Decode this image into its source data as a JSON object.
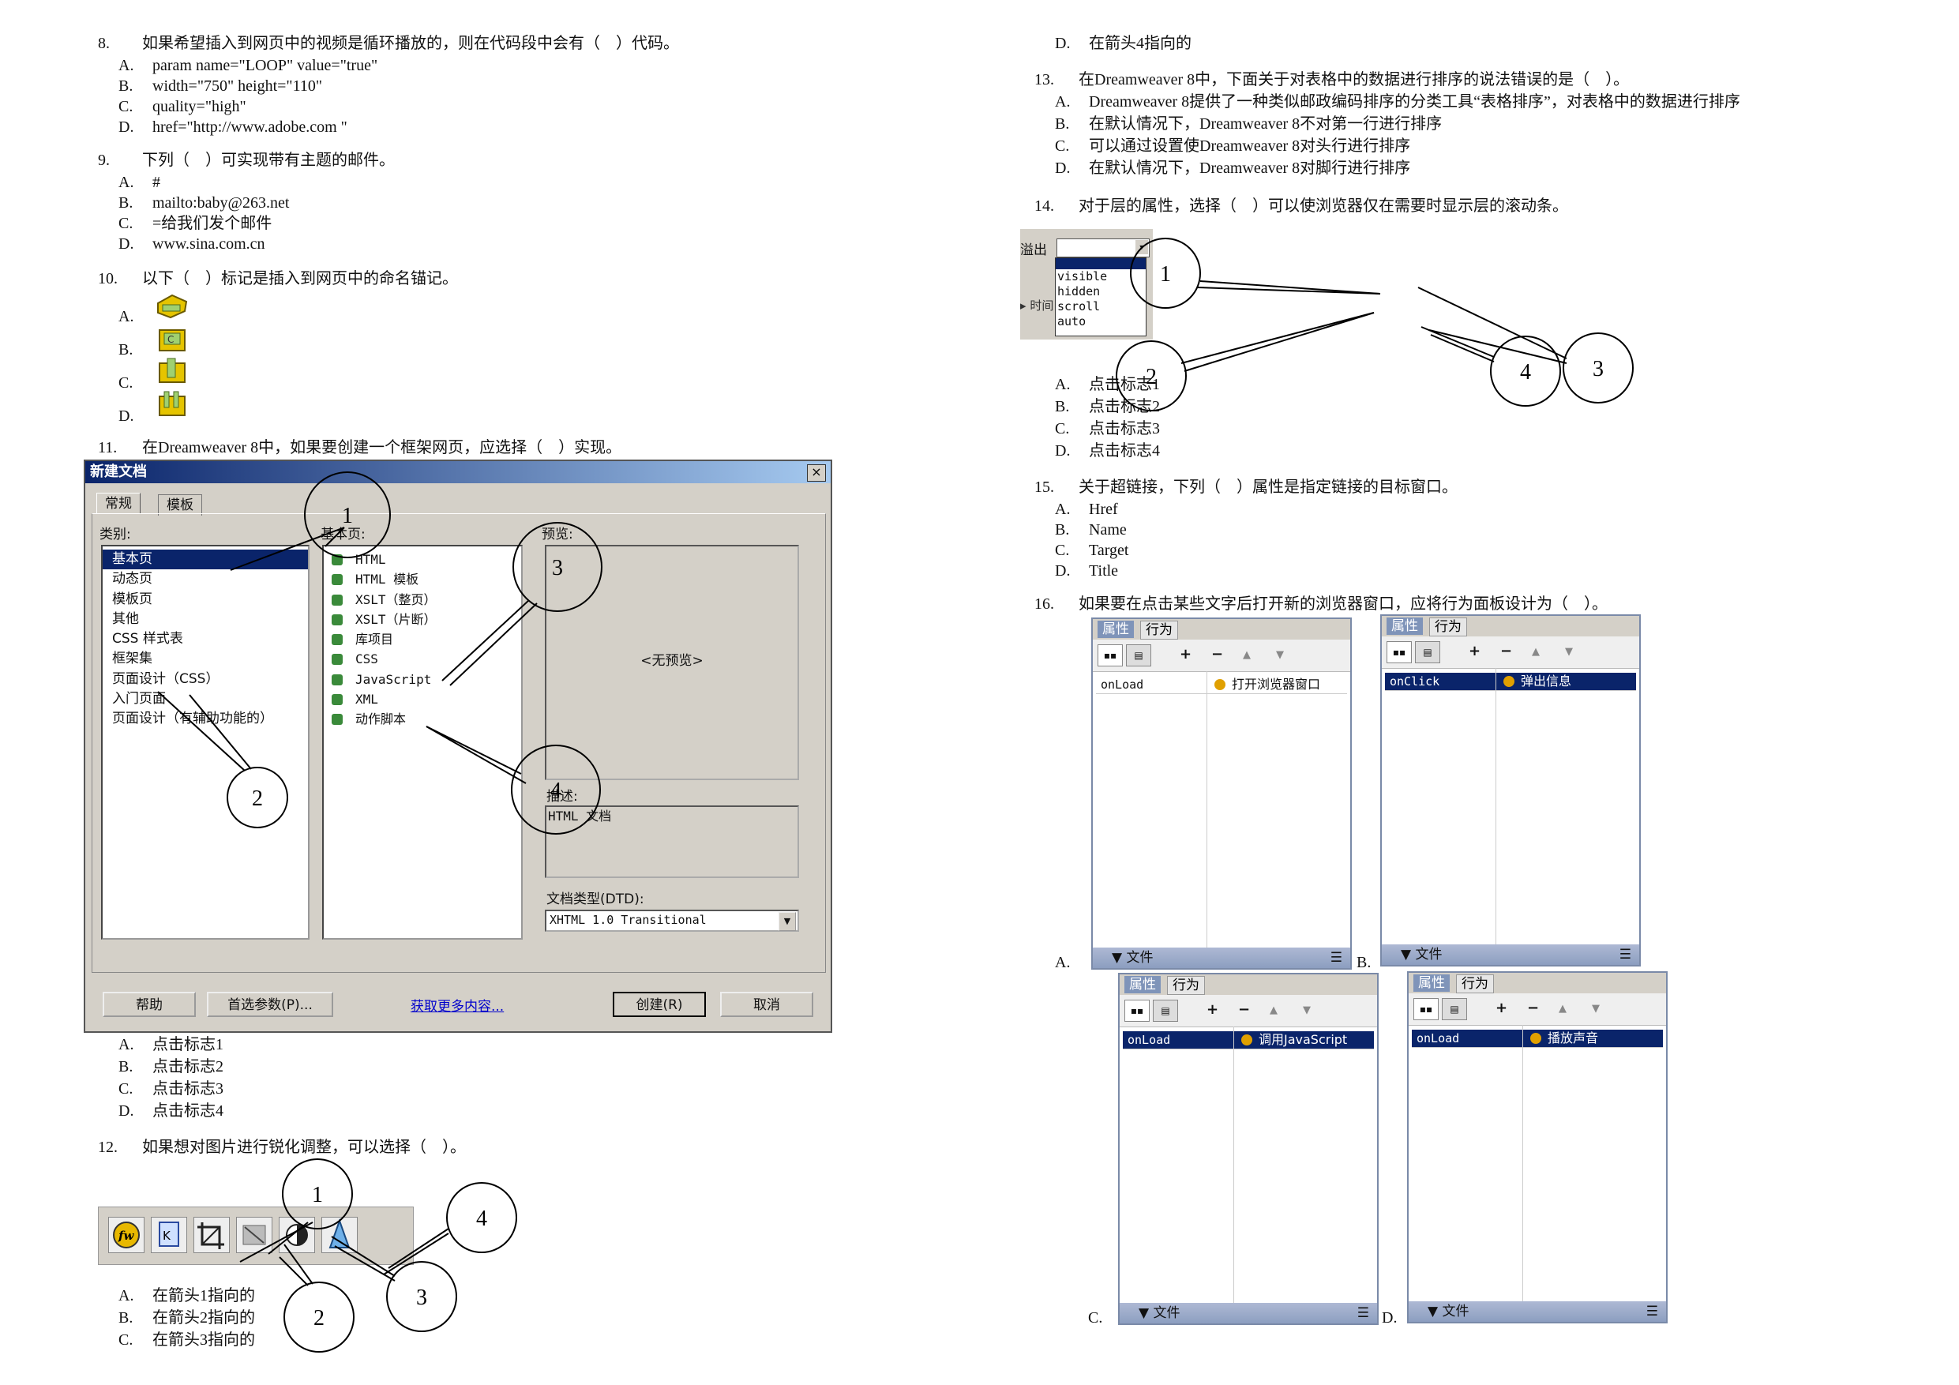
{
  "q8": {
    "num": "8.",
    "stem": "如果希望插入到网页中的视频是循环播放的，则在代码段中会有（　）代码。",
    "options": [
      {
        "letter": "A.",
        "text": "param name=\"LOOP\" value=\"true\""
      },
      {
        "letter": "B.",
        "text": "width=\"750\" height=\"110\""
      },
      {
        "letter": "C.",
        "text": "quality=\"high\""
      },
      {
        "letter": "D.",
        "text": "href=\"http://www.adobe.com \""
      }
    ]
  },
  "q9": {
    "num": "9.",
    "stem": "下列（　）可实现带有主题的邮件。",
    "options": [
      {
        "letter": "A.",
        "text": "#"
      },
      {
        "letter": "B.",
        "text": "mailto:baby@263.net"
      },
      {
        "letter": "C.",
        "text": "=给我们发个邮件"
      },
      {
        "letter": "D.",
        "text": "www.sina.com.cn"
      }
    ]
  },
  "q10": {
    "num": "10.",
    "stem": "以下（　）标记是插入到网页中的命名锚记。",
    "options": [
      {
        "letter": "A."
      },
      {
        "letter": "B."
      },
      {
        "letter": "C."
      },
      {
        "letter": "D."
      }
    ]
  },
  "q11": {
    "num": "11.",
    "stem": "在Dreamweaver 8中，如果要创建一个框架网页，应选择（　）实现。",
    "dialog": {
      "title": "新建文档",
      "close": "×",
      "tabs": [
        "常规",
        "模板"
      ],
      "category_label": "类别:",
      "categories": [
        "基本页",
        "动态页",
        "模板页",
        "其他",
        "CSS 样式表",
        "框架集",
        "页面设计（CSS）",
        "入门页面",
        "页面设计（有辅助功能的）"
      ],
      "basic_label": "基本页:",
      "basic_items": [
        "HTML",
        "HTML 模板",
        "XSLT（整页）",
        "XSLT（片断）",
        "库项目",
        "CSS",
        "JavaScript",
        "XML",
        "动作脚本"
      ],
      "preview_label": "预览:",
      "no_preview": "<无预览>",
      "desc_label": "描述:",
      "desc_text": "HTML 文档",
      "dtd_label": "文档类型(DTD):",
      "dtd_value": "XHTML 1.0 Transitional",
      "help_btn": "帮助",
      "prefs_btn": "首选参数(P)...",
      "more_link": "获取更多内容...",
      "create_btn": "创建(R)",
      "cancel_btn": "取消"
    },
    "markers": [
      "1",
      "2",
      "3",
      "4"
    ],
    "options": [
      {
        "letter": "A.",
        "text": "点击标志1"
      },
      {
        "letter": "B.",
        "text": "点击标志2"
      },
      {
        "letter": "C.",
        "text": "点击标志3"
      },
      {
        "letter": "D.",
        "text": "点击标志4"
      }
    ]
  },
  "q12": {
    "num": "12.",
    "stem": "如果想对图片进行锐化调整，可以选择（　）。",
    "markers": [
      "1",
      "2",
      "3",
      "4"
    ],
    "options": [
      {
        "letter": "A.",
        "text": "在箭头1指向的"
      },
      {
        "letter": "B.",
        "text": "在箭头2指向的"
      },
      {
        "letter": "C.",
        "text": "在箭头3指向的"
      }
    ]
  },
  "q12d": {
    "letter": "D.",
    "text": "在箭头4指向的"
  },
  "q13": {
    "num": "13.",
    "stem": "在Dreamweaver 8中，下面关于对表格中的数据进行排序的说法错误的是（　）。",
    "options": [
      {
        "letter": "A.",
        "text": "Dreamweaver 8提供了一种类似邮政编码排序的分类工具“表格排序”，对表格中的数据进行排序"
      },
      {
        "letter": "B.",
        "text": "在默认情况下，Dreamweaver 8不对第一行进行排序"
      },
      {
        "letter": "C.",
        "text": "可以通过设置使Dreamweaver 8对头行进行排序"
      },
      {
        "letter": "D.",
        "text": "在默认情况下，Dreamweaver 8对脚行进行排序"
      }
    ]
  },
  "q14": {
    "num": "14.",
    "stem": "对于层的属性，选择（　）可以使浏览器仅在需要时显示层的滚动条。",
    "overflow_label": "溢出",
    "time_label": "时间",
    "overflow_items": [
      "visible",
      "hidden",
      "scroll",
      "auto"
    ],
    "markers": [
      "1",
      "2",
      "3",
      "4"
    ],
    "options": [
      {
        "letter": "A.",
        "text": "点击标志1"
      },
      {
        "letter": "B.",
        "text": "点击标志2"
      },
      {
        "letter": "C.",
        "text": "点击标志3"
      },
      {
        "letter": "D.",
        "text": "点击标志4"
      }
    ]
  },
  "q15": {
    "num": "15.",
    "stem": "关于超链接，下列（　）属性是指定链接的目标窗口。",
    "options": [
      {
        "letter": "A.",
        "text": "Href"
      },
      {
        "letter": "B.",
        "text": "Name"
      },
      {
        "letter": "C.",
        "text": "Target"
      },
      {
        "letter": "D.",
        "text": "Title"
      }
    ]
  },
  "q16": {
    "num": "16.",
    "stem": "如果要在点击某些文字后打开新的浏览器窗口，应将行为面板设计为（　）。",
    "tab_props": "属性",
    "tab_behav": "行为",
    "footer": "▼ 文件",
    "panels": [
      {
        "letter": "A.",
        "event": "onLoad",
        "action": "打开浏览器窗口"
      },
      {
        "letter": "B.",
        "event": "onClick",
        "action": "弹出信息"
      },
      {
        "letter": "C.",
        "event": "onLoad",
        "action": "调用JavaScript"
      },
      {
        "letter": "D.",
        "event": "onLoad",
        "action": "播放声音"
      }
    ]
  }
}
